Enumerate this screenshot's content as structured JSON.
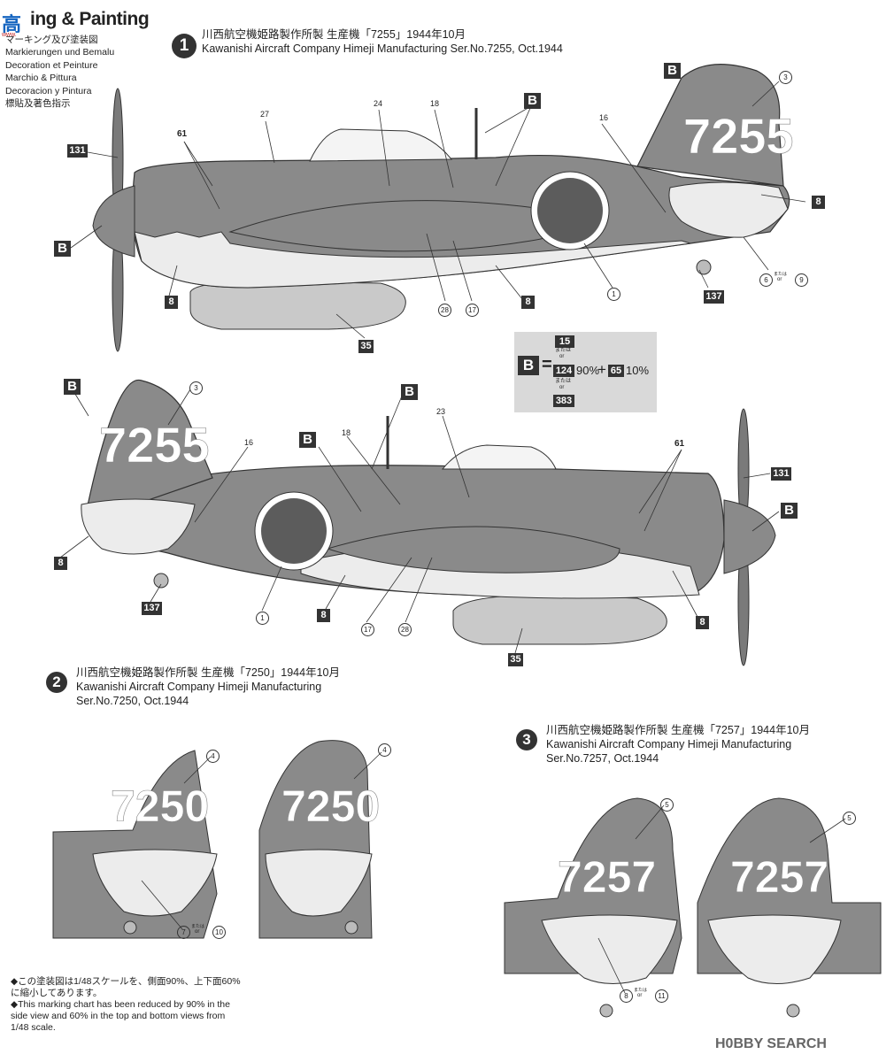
{
  "header": {
    "logo_text": "高",
    "logo_sub": "www.",
    "title_tail": "ing & Painting",
    "languages": [
      "マーキング及び塗装図",
      "Markierungen und Bemalu",
      "Decoration et Peinture",
      "Marchio & Pittura",
      "Decoracion y Pintura",
      "標貼及著色指示"
    ]
  },
  "sections": [
    {
      "num": "1",
      "ja": "川西航空機姫路製作所製 生産機「7255」1944年10月",
      "en": "Kawanishi Aircraft Company Himeji Manufacturing Ser.No.7255, Oct.1944",
      "tail_number": "7255"
    },
    {
      "num": "2",
      "ja": "川西航空機姫路製作所製 生産機「7250」1944年10月",
      "en_line1": "Kawanishi Aircraft Company Himeji Manufacturing",
      "en_line2": "Ser.No.7250, Oct.1944",
      "tail_number": "7250"
    },
    {
      "num": "3",
      "ja": "川西航空機姫路製作所製 生産機「7257」1944年10月",
      "en_line1": "Kawanishi Aircraft Company Himeji Manufacturing",
      "en_line2": "Ser.No.7257, Oct.1944",
      "tail_number": "7257"
    }
  ],
  "legend": {
    "letter": "B",
    "equals": "=",
    "top_code": "15",
    "or_small": "または",
    "or_en": "or",
    "mid_code_1": "124",
    "pct_1": "90%",
    "plus": "+",
    "mid_code_2": "65",
    "pct_2": "10%",
    "bottom_code": "383"
  },
  "callouts": {
    "B": "B",
    "c131": "131",
    "c61": "61",
    "c27": "27",
    "c24": "24",
    "c18": "18",
    "c16": "16",
    "c3": "3",
    "c8": "8",
    "c35": "35",
    "c28": "28",
    "c17": "17",
    "c1": "1",
    "c137": "137",
    "c6": "6",
    "c9": "9",
    "c23": "23",
    "c4": "4",
    "c7": "7",
    "c10": "10",
    "c5": "5",
    "c11": "11",
    "or_ja": "または",
    "or_en": "or"
  },
  "footnote": {
    "ja": "◆この塗装図は1/48スケールを、側面90%、上下面60%に縮小してあります。",
    "en": "◆This marking chart has been reduced by 90% in the side view and 60% in the top and bottom views from 1/48 scale."
  },
  "watermark": "H0BBY SEARCH",
  "colors": {
    "aircraft_green": "#8a8a8a",
    "underside": "#ececec",
    "hinomaru": "#5c5c5c",
    "section_badge": "#333333"
  }
}
